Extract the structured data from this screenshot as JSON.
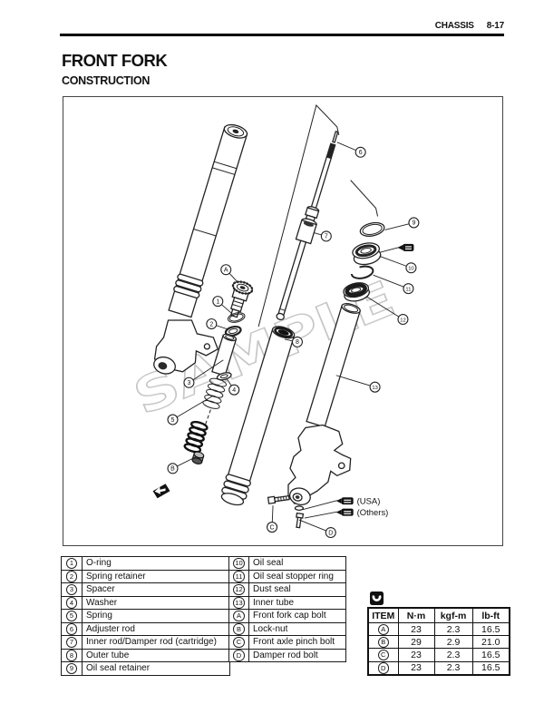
{
  "page": {
    "header_right": "CHASSIS",
    "page_number": "8-17",
    "title": "FRONT FORK",
    "subtitle": "CONSTRUCTION"
  },
  "diagram": {
    "watermark": "SAMPLE",
    "region_labels": {
      "usa": "(USA)",
      "others": "(Others)"
    },
    "callouts": [
      {
        "label": "1"
      },
      {
        "label": "2"
      },
      {
        "label": "3"
      },
      {
        "label": "4"
      },
      {
        "label": "5"
      },
      {
        "label": "6"
      },
      {
        "label": "7"
      },
      {
        "label": "8"
      },
      {
        "label": "9"
      },
      {
        "label": "10"
      },
      {
        "label": "11"
      },
      {
        "label": "12"
      },
      {
        "label": "13"
      },
      {
        "label": "A"
      },
      {
        "label": "B"
      },
      {
        "label": "C"
      },
      {
        "label": "D"
      }
    ]
  },
  "parts_table": {
    "left": [
      {
        "n": "1",
        "label": "O-ring"
      },
      {
        "n": "2",
        "label": "Spring retainer"
      },
      {
        "n": "3",
        "label": "Spacer"
      },
      {
        "n": "4",
        "label": "Washer"
      },
      {
        "n": "5",
        "label": "Spring"
      },
      {
        "n": "6",
        "label": "Adjuster rod"
      },
      {
        "n": "7",
        "label": "Inner rod/Damper rod (cartridge)"
      },
      {
        "n": "8",
        "label": "Outer tube"
      },
      {
        "n": "9",
        "label": "Oil seal retainer"
      }
    ],
    "right": [
      {
        "n": "10",
        "label": "Oil seal"
      },
      {
        "n": "11",
        "label": "Oil seal stopper ring"
      },
      {
        "n": "12",
        "label": "Dust seal"
      },
      {
        "n": "13",
        "label": "Inner tube"
      },
      {
        "n": "A",
        "label": "Front fork cap bolt"
      },
      {
        "n": "B",
        "label": "Lock-nut"
      },
      {
        "n": "C",
        "label": "Front axle pinch bolt"
      },
      {
        "n": "D",
        "label": "Damper rod bolt"
      }
    ]
  },
  "torque_table": {
    "headers": [
      "ITEM",
      "N·m",
      "kgf-m",
      "lb-ft"
    ],
    "rows": [
      {
        "item": "A",
        "nm": "23",
        "kgfm": "2.3",
        "lbft": "16.5"
      },
      {
        "item": "B",
        "nm": "29",
        "kgfm": "2.9",
        "lbft": "21.0"
      },
      {
        "item": "C",
        "nm": "23",
        "kgfm": "2.3",
        "lbft": "16.5"
      },
      {
        "item": "D",
        "nm": "23",
        "kgfm": "2.3",
        "lbft": "16.5"
      }
    ]
  }
}
